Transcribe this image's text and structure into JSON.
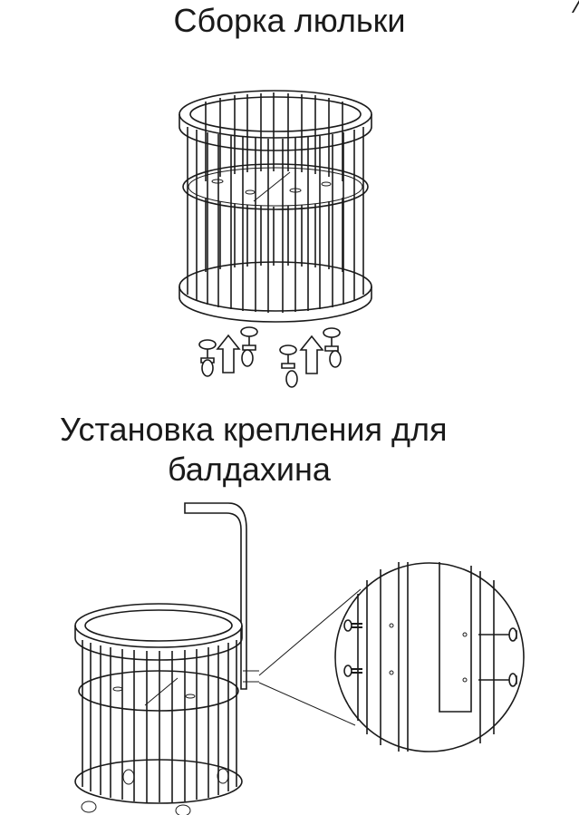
{
  "section1": {
    "title": "Сборка люльки"
  },
  "section2": {
    "title_line1": "Установка крепления для",
    "title_line2": "балдахина"
  },
  "figures": {
    "crib_assembly": {
      "icon": "round-crib-with-casters"
    },
    "canopy_mount": {
      "icon": "round-crib-with-canopy-holder-and-detail-zoom"
    }
  }
}
